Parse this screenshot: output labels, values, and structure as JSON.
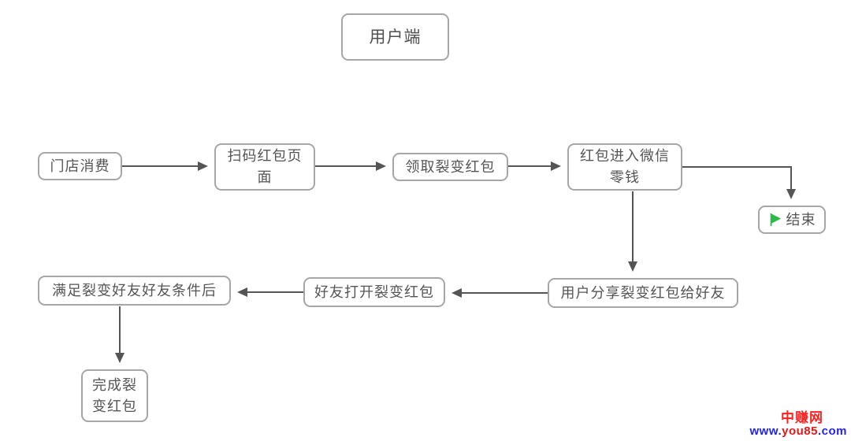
{
  "diagram": {
    "title": "用户端",
    "nodes": {
      "store": {
        "label": "门店消费"
      },
      "scan": {
        "label": "扫码红包页\n面"
      },
      "receive": {
        "label": "领取裂变红包"
      },
      "wallet": {
        "label": "红包进入微信\n零钱"
      },
      "end": {
        "label": "结束",
        "icon": "green-flag"
      },
      "share": {
        "label": "用户分享裂变红包给好友"
      },
      "open": {
        "label": "好友打开裂变红包"
      },
      "condition": {
        "label": "满足裂变好友好友条件后"
      },
      "complete": {
        "label": "完成裂\n变红包"
      }
    },
    "edges": [
      {
        "from": "store",
        "to": "scan"
      },
      {
        "from": "scan",
        "to": "receive"
      },
      {
        "from": "receive",
        "to": "wallet"
      },
      {
        "from": "wallet",
        "to": "end"
      },
      {
        "from": "wallet",
        "to": "share"
      },
      {
        "from": "share",
        "to": "open"
      },
      {
        "from": "open",
        "to": "condition"
      },
      {
        "from": "condition",
        "to": "complete"
      }
    ]
  },
  "watermark": {
    "brand": "中赚网",
    "url_prefix": "www.",
    "url_name": "you85",
    "url_suffix": ".com"
  },
  "colors": {
    "box_border": "#a6a6a6",
    "box_text": "#555555",
    "arrow": "#555555",
    "flag_green": "#2eb74a",
    "brand_red": "#ff1f1f",
    "url_blue": "#2323e6"
  }
}
